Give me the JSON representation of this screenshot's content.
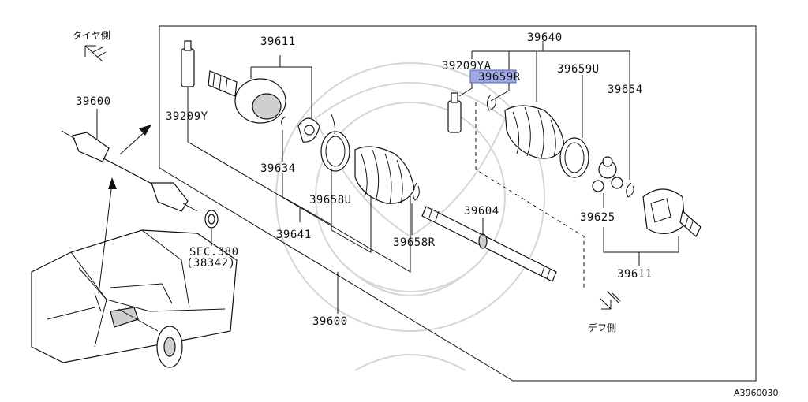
{
  "diagram": {
    "labels": {
      "p39611_top": "39611",
      "p39640": "39640",
      "p39209YA": "39209YA",
      "p39659R": "39659R",
      "p39659U": "39659U",
      "p39654": "39654",
      "p39600_left": "39600",
      "p39209Y": "39209Y",
      "p39634": "39634",
      "p39658U": "39658U",
      "p39604": "39604",
      "p39641": "39641",
      "p39658R": "39658R",
      "p39625": "39625",
      "p39611_bottom": "39611",
      "p39600_bottom": "39600",
      "sec_ref": "SEC.380",
      "sec_sub": "(38342)"
    },
    "direction_tire": "タイヤ側",
    "direction_diff": "デフ側",
    "diagram_code": "A3960030",
    "highlight_color": "#9fa8e6"
  }
}
